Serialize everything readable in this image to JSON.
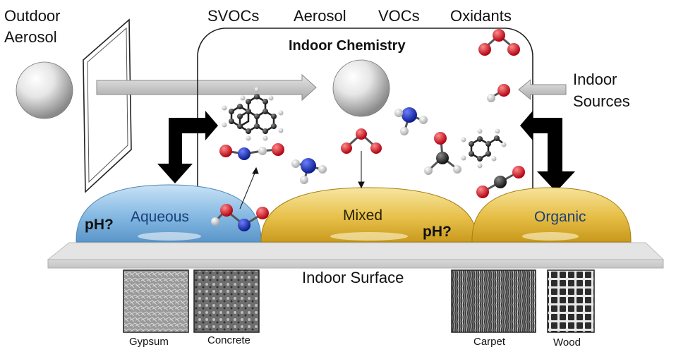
{
  "labels": {
    "outdoor_aerosol_line1": "Outdoor",
    "outdoor_aerosol_line2": "Aerosol",
    "svocs": "SVOCs",
    "aerosol": "Aerosol",
    "vocs": "VOCs",
    "oxidants": "Oxidants",
    "indoor_chemistry": "Indoor Chemistry",
    "indoor_sources_line1": "Indoor",
    "indoor_sources_line2": "Sources",
    "aqueous": "Aqueous",
    "mixed": "Mixed",
    "organic": "Organic",
    "ph_left": "pH?",
    "ph_mid": "pH?",
    "indoor_surface": "Indoor Surface"
  },
  "materials": [
    {
      "name": "Gypsum"
    },
    {
      "name": "Concrete"
    },
    {
      "name": "Carpet"
    },
    {
      "name": "Wood"
    }
  ],
  "colors": {
    "aqueous": "#8fc0e6",
    "mixed": "#e9c24a",
    "organic": "#e8bf45",
    "oxygen": "#e0141c",
    "nitrogen": "#1b2fc0",
    "carbon": "#2a2a2a",
    "hydrogen": "#eeeeee"
  }
}
